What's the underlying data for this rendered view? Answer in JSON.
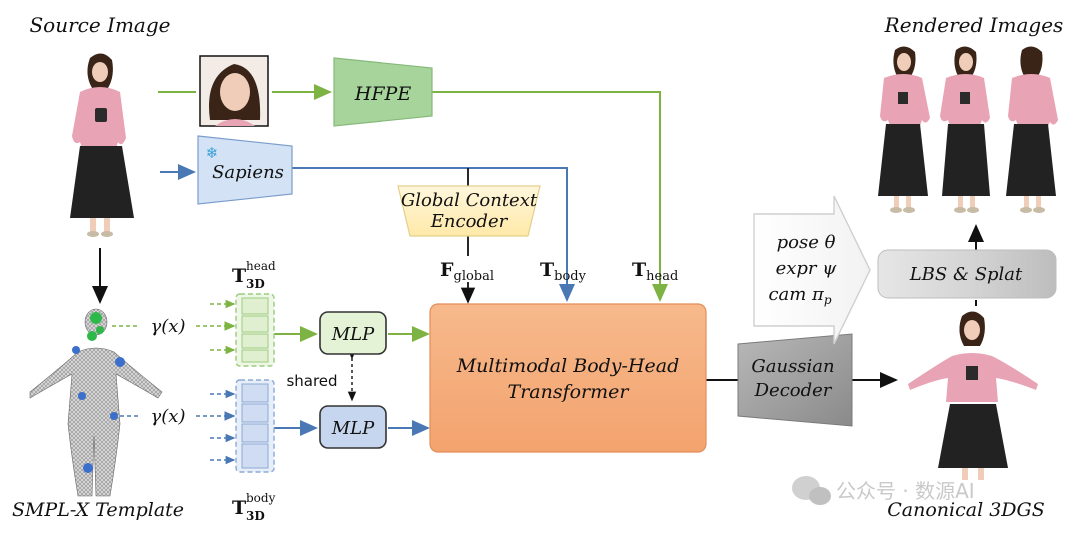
{
  "labels": {
    "source_image": "Source Image",
    "rendered_images": "Rendered Images",
    "smplx_template": "SMPL-X Template",
    "canonical_3dgs": "Canonical 3DGS",
    "hfpe": "HFPE",
    "sapiens": "Sapiens",
    "global_context_line1": "Global Context",
    "global_context_line2": "Encoder",
    "mlp_top": "MLP",
    "mlp_bottom": "MLP",
    "shared": "shared",
    "transformer_line1": "Multimodal Body-Head",
    "transformer_line2": "Transformer",
    "gaussian_line1": "Gaussian",
    "gaussian_line2": "Decoder",
    "lbs_splat": "LBS & Splat",
    "pose": "pose θ",
    "expr": "expr ψ",
    "cam": "cam π",
    "cam_sub": "p",
    "gamma_top": "γ(x)",
    "gamma_bottom": "γ(x)",
    "t_main_head": "T",
    "t3d_head_sub": "3D",
    "t3d_head_sup": "head",
    "t_main_body": "T",
    "t3d_body_sub": "3D",
    "t3d_body_sup": "body",
    "f_global": "F",
    "f_global_sub": "global",
    "t_body": "T",
    "t_body_sub": "body",
    "t_head": "T",
    "t_head_sub": "head",
    "snowflake": "❄",
    "watermark": "公众号 · 数源AI"
  },
  "colors": {
    "green_arrow": "#7cb342",
    "blue_arrow": "#4a78b5",
    "hfpe_fill": "#a6d49a",
    "sapiens_fill": "#d3e2f5",
    "global_fill": "#fff3cc",
    "transformer_fill": "#f6b07f",
    "mlp_green_fill": "#e4f2d6",
    "mlp_blue_fill": "#c6d6ef",
    "gaussian_fill": "#9a9a9a",
    "lbs_fill": "#dcdcdc",
    "pink_hoodie": "#e8a3b4",
    "black_skirt": "#222222",
    "skin": "#f0cdb8",
    "hair": "#3a2418"
  },
  "icons": [
    "snowflake-icon",
    "wechat-icon"
  ]
}
